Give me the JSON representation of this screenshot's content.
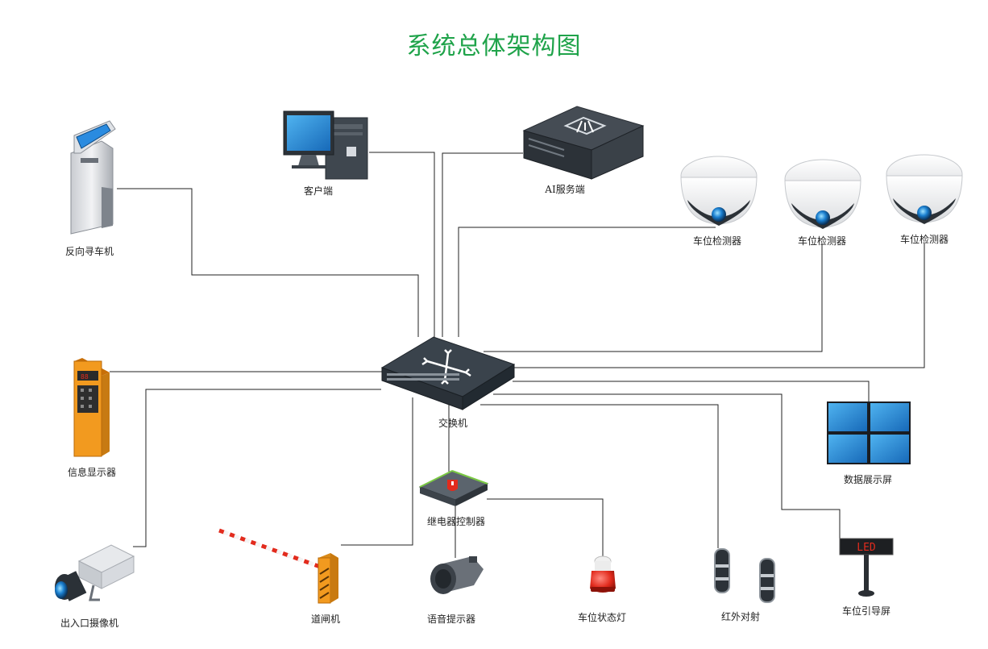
{
  "title": "系统总体架构图",
  "nodes": {
    "kiosk": "反向寻车机",
    "client": "客户端",
    "ai_server": "AI服务端",
    "detector_1": "车位检测器",
    "detector_2": "车位检测器",
    "detector_3": "车位检测器",
    "switch": "交换机",
    "info_display": "信息显示器",
    "data_wall": "数据展示屏",
    "relay": "继电器控制器",
    "camera": "出入口摄像机",
    "barrier": "道闸机",
    "speaker": "语音提示器",
    "status_light": "车位状态灯",
    "infrared": "红外对射",
    "guide_screen": "车位引导屏",
    "guide_screen_text": "LED"
  },
  "colors": {
    "title": "#1fa34a",
    "lines": "#222222",
    "switch_body": "#2f3a44",
    "wall_blue": "#1e88d8",
    "cabinet_orange": "#f29a1f",
    "led_red": "#e22b1d"
  }
}
